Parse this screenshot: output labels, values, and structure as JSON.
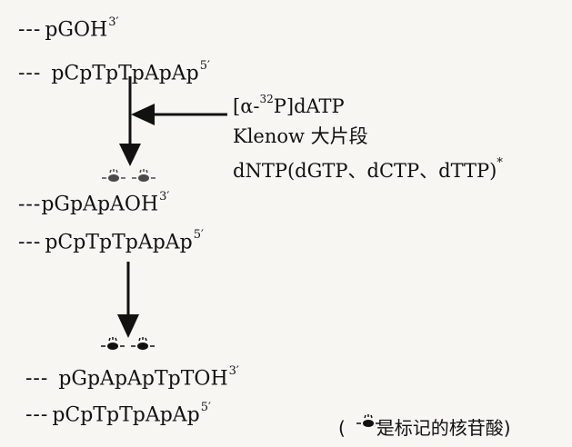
{
  "step1": {
    "top_strand": "pGOH",
    "top_end": "3′",
    "bottom_strand": "pCpTpTpApAp",
    "bottom_end": "5′"
  },
  "reagents": {
    "label_prefix": "[α-",
    "isotope_mass": "32",
    "label_suffix": "P]dATP",
    "enzyme": "Klenow 大片段",
    "dntp": "dNTP(dGTP、dCTP、dTTP)",
    "dntp_mark": "*"
  },
  "step2": {
    "top_strand": "pGpApAOH",
    "top_end": "3′",
    "bottom_strand": "pCpTpTpApAp",
    "bottom_end": "5′"
  },
  "step3": {
    "top_strand": "pGpApApTpTOH",
    "top_end": "3′",
    "bottom_strand": "pCpTpTpApAp",
    "bottom_end": "5′"
  },
  "legend": {
    "open": "(",
    "text": "是标记的核苷酸)"
  }
}
